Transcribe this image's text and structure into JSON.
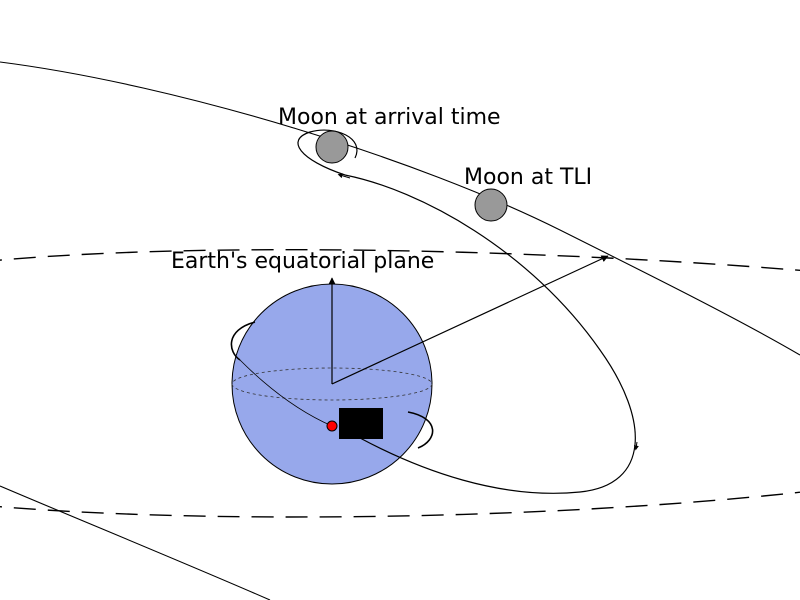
{
  "labels": {
    "moon_arrival": "Moon at arrival time",
    "moon_tli": "Moon at TLI",
    "equatorial_plane": "Earth's equatorial plane"
  },
  "colors": {
    "earth_fill": "#97a8eb",
    "moon_fill": "#999999",
    "launch_site": "#ff0000",
    "spacecraft": "#000000",
    "line": "#000000",
    "background": "#ffffff"
  },
  "icons": {
    "spacecraft": "black-rectangle",
    "launch_site": "red-dot"
  }
}
